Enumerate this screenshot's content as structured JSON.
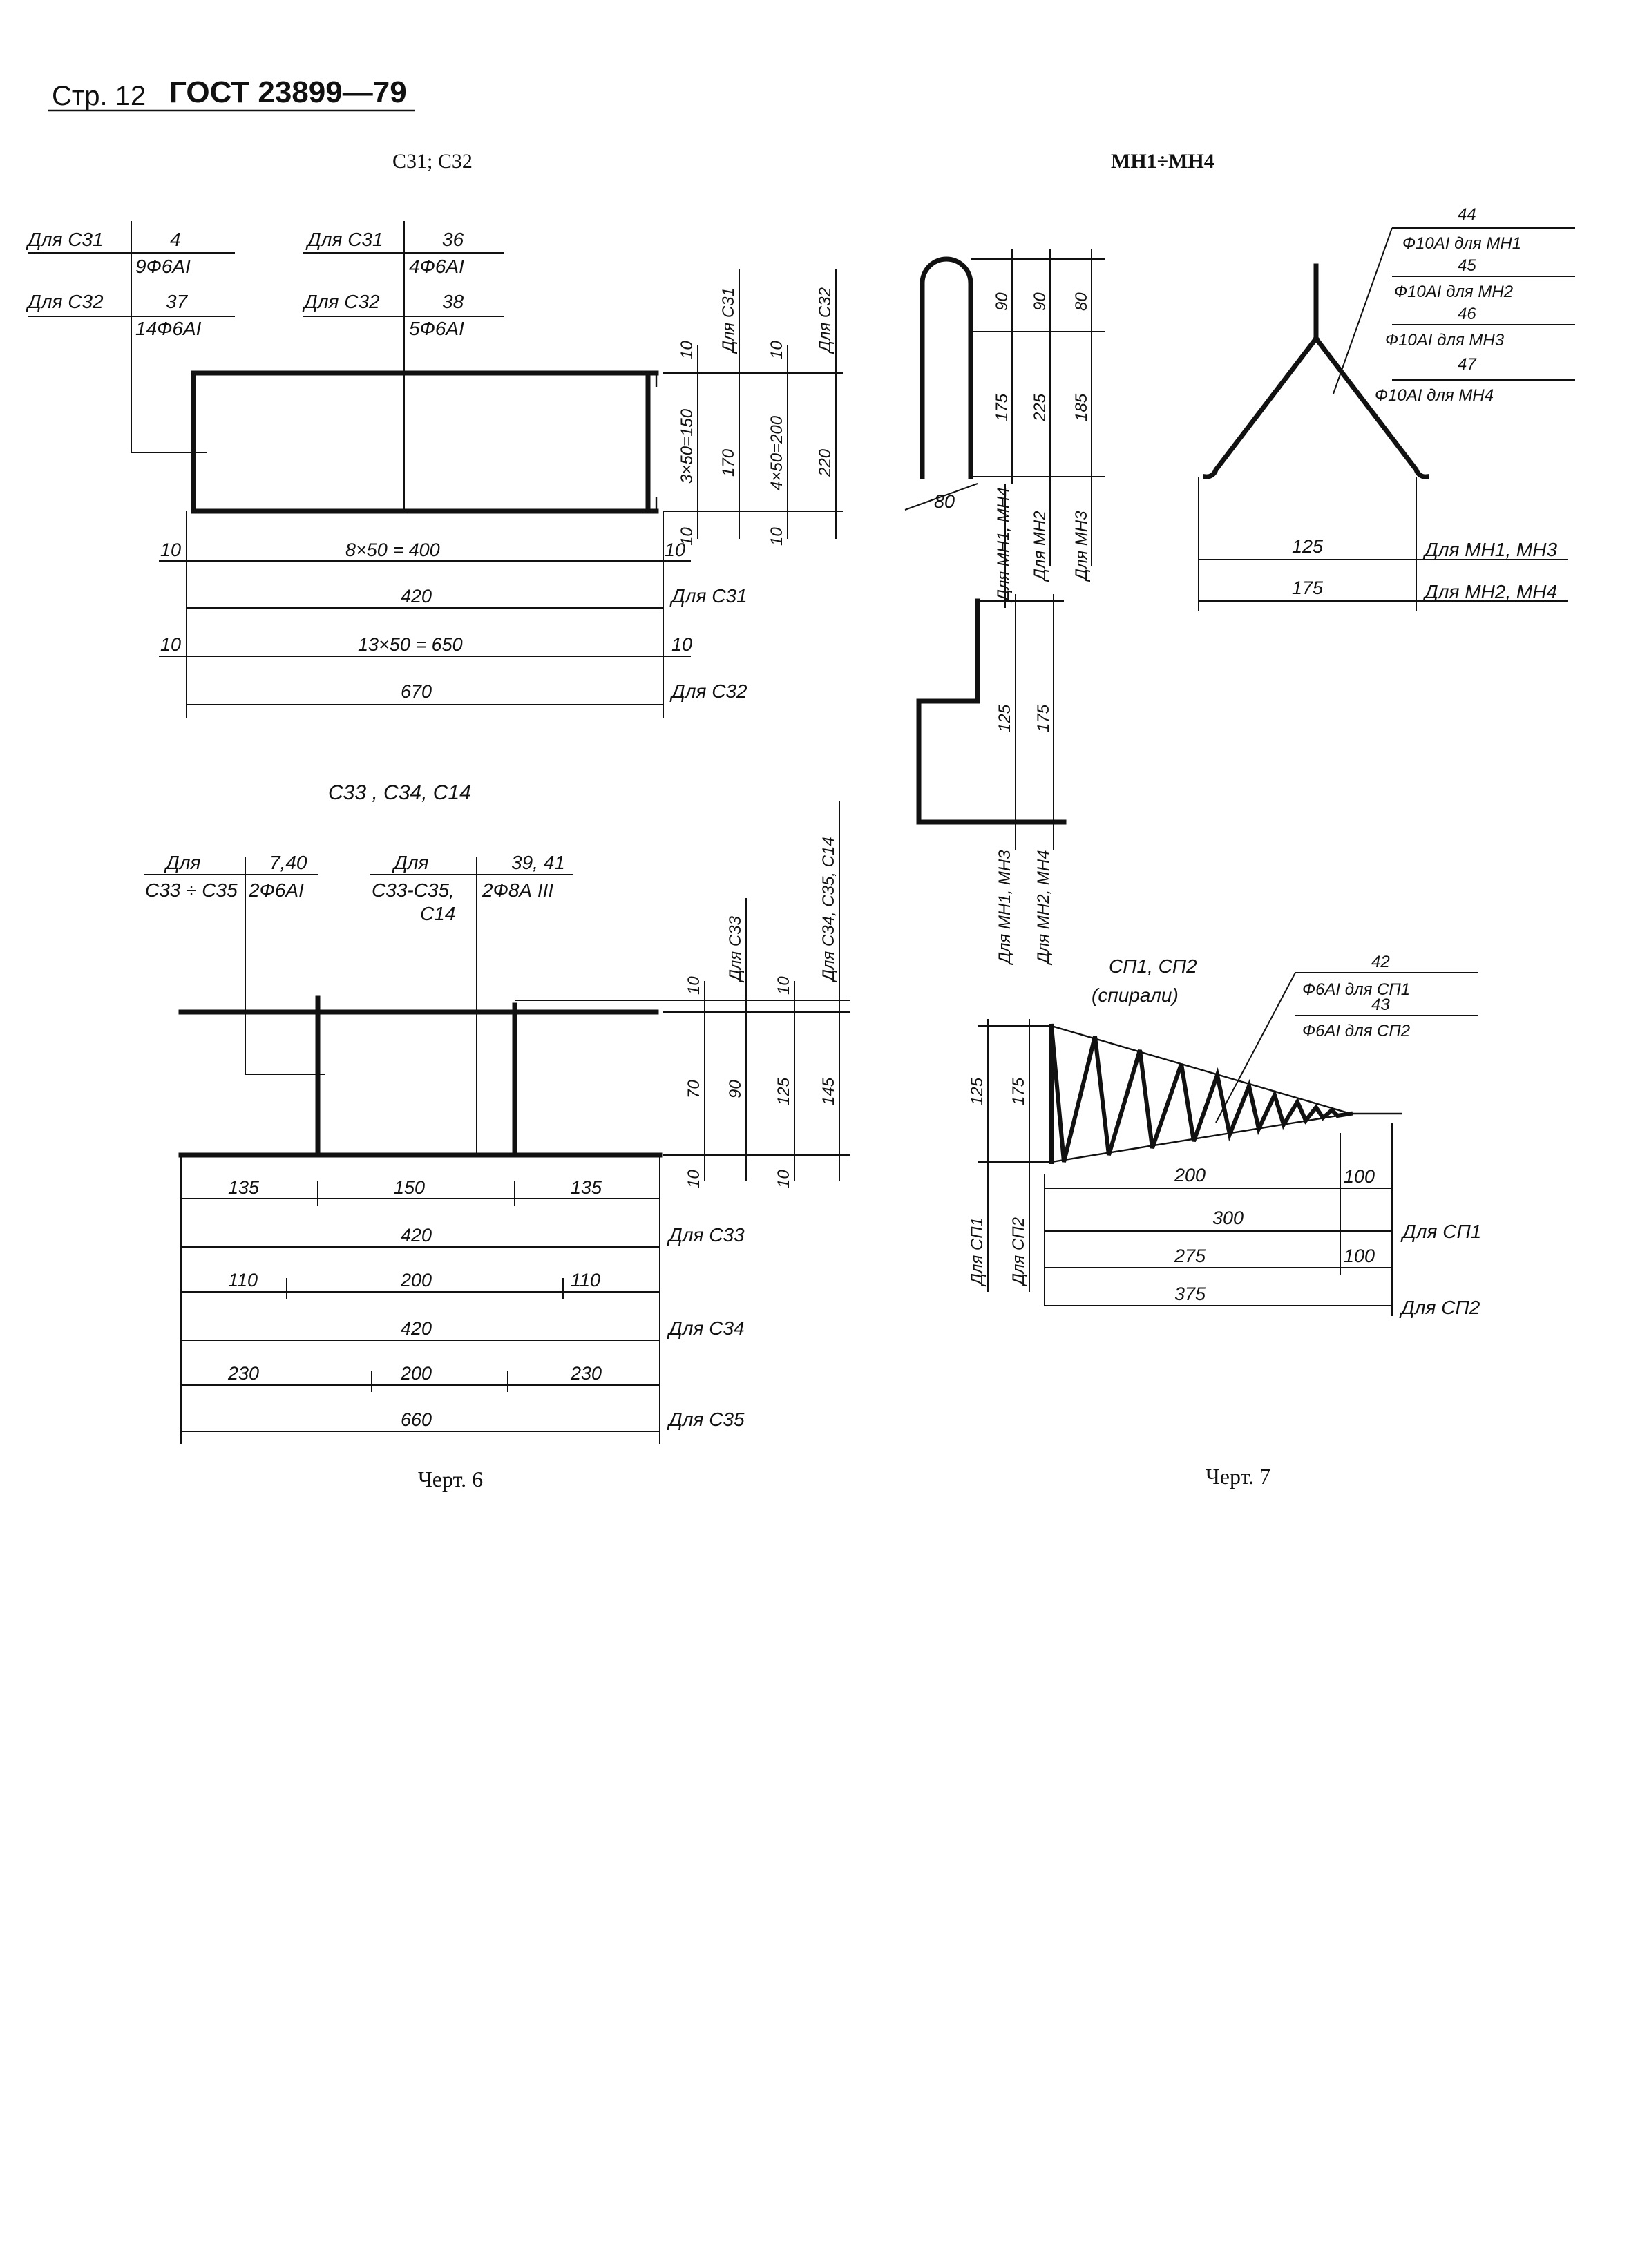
{
  "header": {
    "page_label": "Стр. 12",
    "standard": "ГОСТ 23899—79"
  },
  "top_left": {
    "title": "С31; С32",
    "leader1": {
      "top_left": "Для С31",
      "top_right": "4",
      "bottom_left": "Для С32",
      "bottom_right": "37",
      "spec1": "9Ф6АI",
      "spec2": "14Ф6АI"
    },
    "leader2": {
      "top_left": "Для С31",
      "top_right": "36",
      "bottom_left": "Для С32",
      "bottom_right": "38",
      "spec1": "4Ф6АI",
      "spec2": "5Ф6АI"
    },
    "vertical_dims": {
      "d10a": "10",
      "d3x50": "3×50=150",
      "d10b": "10",
      "c31": "Для С31",
      "d170": "170",
      "d10c": "10",
      "d4x50": "4×50=200",
      "d10d": "10",
      "c32": "Для С32",
      "d220": "220"
    },
    "horizontal_dims": {
      "d10_l1": "10",
      "d8x50": "8×50 = 400",
      "d10_r1": "10",
      "d420": "420",
      "c31": "Для С31",
      "d10_l2": "10",
      "d13x50": "13×50 = 650",
      "d10_r2": "10",
      "d670": "670",
      "c32": "Для С32"
    }
  },
  "bottom_left": {
    "title": "С33 , С34, С14",
    "leader1": {
      "top_left": "Для",
      "top_right": "7,40",
      "bottom_left": "С33 ÷ С35",
      "bottom_right": "2Ф6АI"
    },
    "leader2": {
      "top_left": "Для",
      "top_right": "39, 41",
      "bottom_left": "С33-С35,",
      "bottom_left2": "С14",
      "bottom_right": "2Ф8А III"
    },
    "vertical_dims": {
      "d10a": "10",
      "c33": "Для С33",
      "d10b": "10",
      "c34": "Для С34, С35, С14",
      "d70": "70",
      "d90": "90",
      "d125": "125",
      "d145": "145",
      "d10c": "10",
      "d10d": "10"
    },
    "horizontal_dims": {
      "r1": [
        "135",
        "150",
        "135"
      ],
      "t1": "420",
      "c33": "Для С33",
      "r2": [
        "110",
        "200",
        "110"
      ],
      "t2": "420",
      "c34": "Для С34",
      "r3": [
        "230",
        "200",
        "230"
      ],
      "t3": "660",
      "c35": "Для С35"
    },
    "caption": "Черт. 6"
  },
  "top_right": {
    "title": "МН1÷МН4",
    "hook_dims": {
      "d90a": "90",
      "d90b": "90",
      "d80": "80",
      "d175": "175",
      "d225": "225",
      "d185": "185",
      "d80b": "80",
      "for1": "Для МН1, МН4",
      "for2": "Для МН2",
      "for3": "Для МН3"
    },
    "step_dims": {
      "d125": "125",
      "d175": "175",
      "for1": "Для МН1, МН3",
      "for2": "Для МН2, МН4"
    },
    "leader": [
      {
        "num": "44",
        "spec": "Ф10АI для МН1"
      },
      {
        "num": "45",
        "spec": "Ф10АI для МН2"
      },
      {
        "num": "46",
        "spec": "Ф10АI для МН3"
      },
      {
        "num": "47",
        "spec": "Ф10АI для МН4"
      }
    ],
    "bottom_dims": {
      "d125": "125",
      "for1": "Для МН1, МН3",
      "d175": "175",
      "for2": "Для МН2, МН4"
    }
  },
  "bottom_right": {
    "title_line1": "СП1, СП2",
    "title_line2": "(спирали)",
    "leader": [
      {
        "num": "42",
        "spec": "Ф6АI для СП1"
      },
      {
        "num": "43",
        "spec": "Ф6АI для СП2"
      }
    ],
    "vertical_dims": {
      "d125": "125",
      "d175": "175",
      "for1": "Для СП1",
      "for2": "Для СП2"
    },
    "horizontal_dims": {
      "d200": "200",
      "d100a": "100",
      "d300": "300",
      "for1": "Для СП1",
      "d275": "275",
      "d100b": "100",
      "d375": "375",
      "for2": "Для СП2"
    },
    "caption": "Черт. 7"
  }
}
